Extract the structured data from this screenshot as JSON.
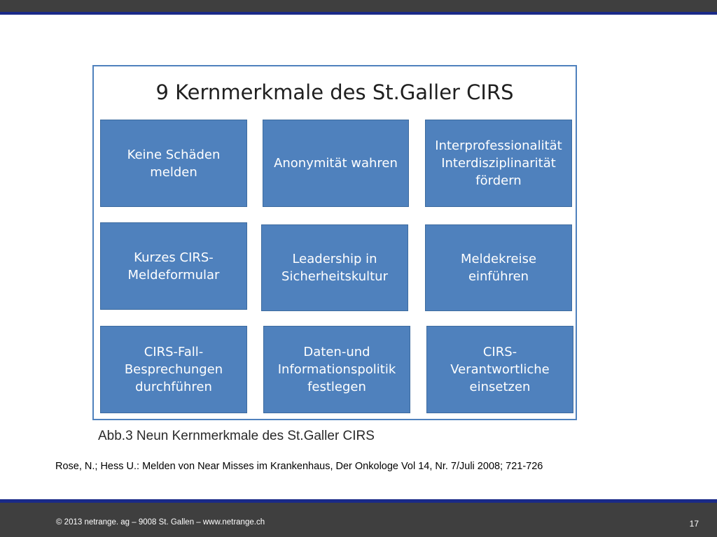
{
  "figure": {
    "title": "9 Kernmerkmale des St.Galler CIRS",
    "boxes": [
      "Keine Schäden\nmelden",
      "Anonymität wahren",
      "Interprofessionalität\nInterdisziplinarität\nfördern",
      "Kurzes CIRS-\nMeldeformular",
      "Leadership  in\nSicherheitskultur",
      "Meldekreise\neinführen",
      "CIRS-Fall-\nBesprechungen\ndurchführen",
      "Daten-und\nInformationspolitik\nfestlegen",
      "CIRS-\nVerantwortliche\neinsetzen"
    ],
    "caption": "Abb.3 Neun Kernmerkmale des St.Galler CIRS",
    "box_color": "#4f81bd"
  },
  "citation": "Rose, N.; Hess U.: Melden von Near Misses im Krankenhaus, Der Onkologe Vol 14, Nr. 7/Juli 2008; 721-726",
  "footer": {
    "copyright": "© 2013 netrange. ag – 9008 St. Gallen – www.netrange.ch",
    "page_number": "17"
  }
}
